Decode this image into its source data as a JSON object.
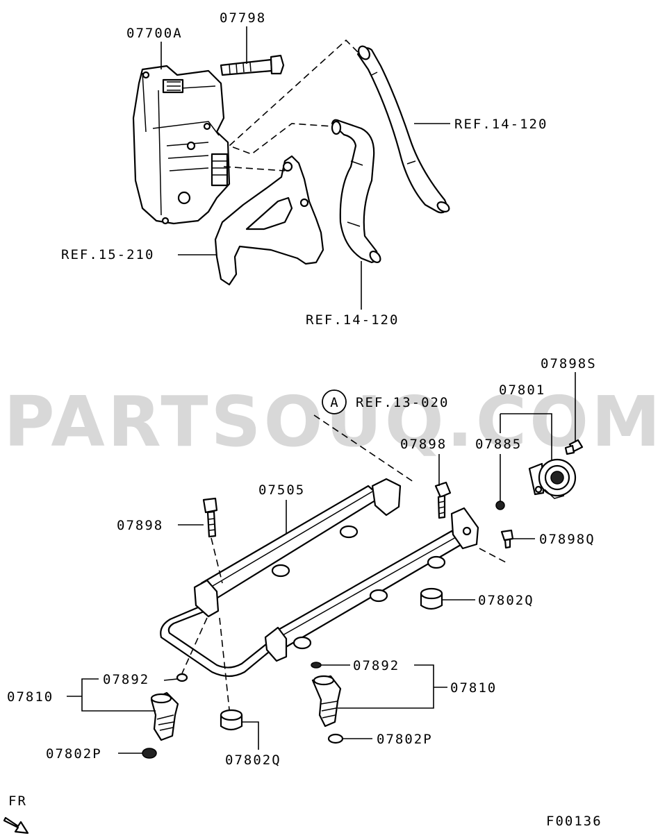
{
  "watermark": "PARTSOUQ.COM",
  "figure_code": "F00136",
  "direction_label": "FR",
  "callouts": {
    "throttle_body": "07700A",
    "throttle_bolt": "07798",
    "hose_upper_ref": "REF.14-120",
    "bracket_ref": "REF.15-210",
    "hose_lower_ref": "REF.14-120",
    "ref_a_circle": "A",
    "ref_a": "REF.13-020",
    "regulator_bolt": "07898S",
    "regulator": "07801",
    "regulator_oring": "07885",
    "rail_bolt_right": "07898",
    "rail_bolt_left": "07898",
    "fuel_rail": "07505",
    "rail_bolt_q": "07898Q",
    "insulator_right": "07802Q",
    "oring_right": "07892",
    "injector_right": "07810",
    "seal_right": "07802P",
    "oring_left": "07892",
    "injector_left": "07810",
    "seal_left": "07802P",
    "insulator_left": "07802Q"
  },
  "colors": {
    "line": "#000000",
    "background": "#ffffff",
    "watermark": "#d8d8d8"
  }
}
